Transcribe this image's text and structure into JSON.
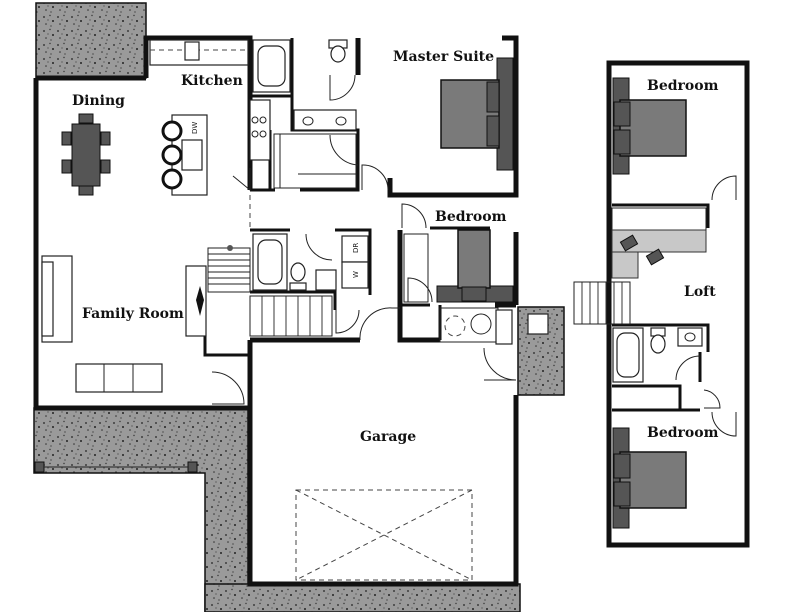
{
  "rooms": {
    "master_suite": "Master Suite",
    "kitchen": "Kitchen",
    "dining": "Dining",
    "bedroom_main": "Bedroom",
    "family_room": "Family Room",
    "garage": "Garage",
    "bedroom_upper_top": "Bedroom",
    "loft": "Loft",
    "bedroom_upper_bottom": "Bedroom"
  },
  "appliance_labels": {
    "dishwasher": "DW",
    "dryer": "DR",
    "washer": "W"
  },
  "colors": {
    "wall": "#111111",
    "bed": "#7a7a7a",
    "concrete": "#9a9a9a",
    "background": "#ffffff"
  }
}
